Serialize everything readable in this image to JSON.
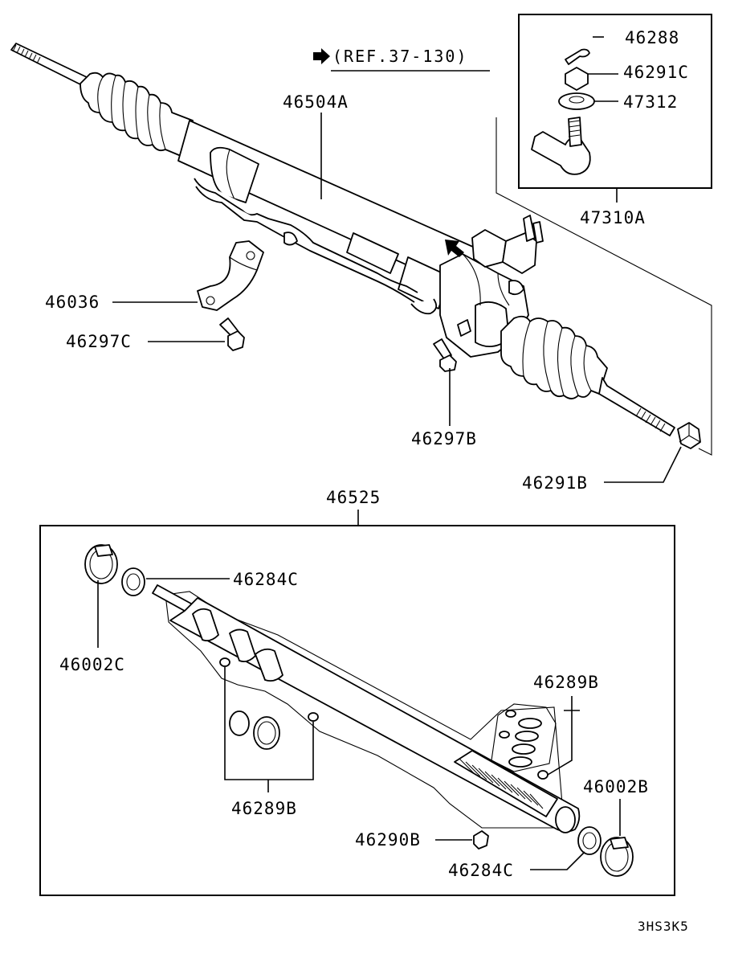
{
  "reference": {
    "arrow_icon": "right-arrow-icon",
    "text": "(REF.37-130)"
  },
  "parts": {
    "p46504A": "46504A",
    "p46288": "46288",
    "p46291C": "46291C",
    "p47312": "47312",
    "p47310A": "47310A",
    "p46036": "46036",
    "p46297C": "46297C",
    "p46297B": "46297B",
    "p46291B": "46291B",
    "p46525": "46525",
    "p46284C_top": "46284C",
    "p46002C": "46002C",
    "p46289B_right": "46289B",
    "p46289B_left": "46289B",
    "p46002B": "46002B",
    "p46290B": "46290B",
    "p46284C_bottom": "46284C"
  },
  "diagram_code": "3HS3K5"
}
